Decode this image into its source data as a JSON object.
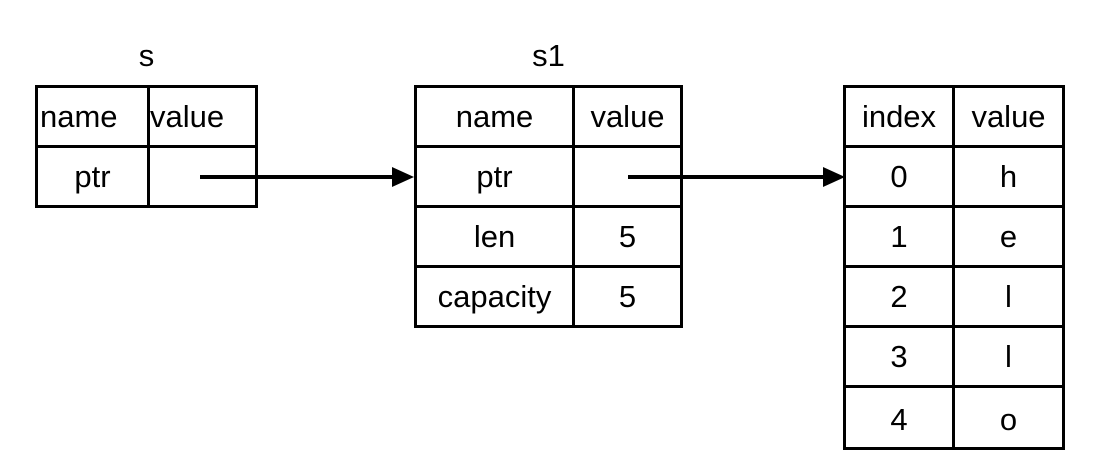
{
  "diagram": {
    "title": "rust-string-memory-layout",
    "background_color": "#ffffff",
    "line_color": "#000000"
  },
  "tables": {
    "stack_ref": {
      "label": "s",
      "headers": {
        "col1": "name",
        "col2": "value"
      },
      "rows": [
        {
          "name": "ptr",
          "value": ""
        }
      ]
    },
    "string_struct": {
      "label": "s1",
      "headers": {
        "col1": "name",
        "col2": "value"
      },
      "rows": [
        {
          "name": "ptr",
          "value": ""
        },
        {
          "name": "len",
          "value": "5"
        },
        {
          "name": "capacity",
          "value": "5"
        }
      ]
    },
    "heap_buffer": {
      "label": "",
      "headers": {
        "col1": "index",
        "col2": "value"
      },
      "rows": [
        {
          "index": "0",
          "value": "h"
        },
        {
          "index": "1",
          "value": "e"
        },
        {
          "index": "2",
          "value": "l"
        },
        {
          "index": "3",
          "value": "l"
        },
        {
          "index": "4",
          "value": "o"
        }
      ]
    }
  },
  "arrows": [
    {
      "name": "s-ptr-to-s1",
      "from": "s.ptr",
      "to": "s1"
    },
    {
      "name": "s1-ptr-to-heap",
      "from": "s1.ptr",
      "to": "heap[0]"
    }
  ]
}
